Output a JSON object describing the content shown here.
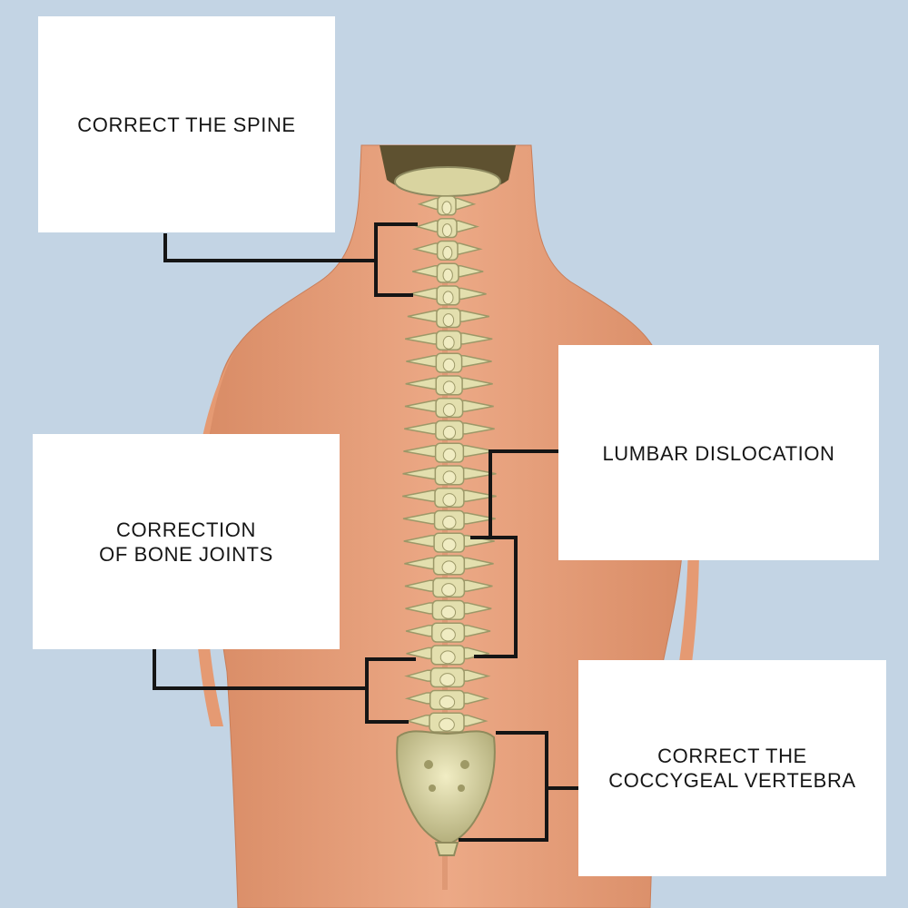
{
  "colors": {
    "background": "#c3d4e4",
    "skin": "#e8a27c",
    "skin_shadow": "#cf835d",
    "bone": "#e3dfae",
    "bone_shadow": "#9c9868",
    "hair": "#5e5130",
    "leader_line": "#151515",
    "callout_fill": "#ffffff",
    "text": "#161616"
  },
  "callouts": {
    "spine": {
      "lines": [
        "CORRECT THE SPINE"
      ]
    },
    "lumbar": {
      "lines": [
        "LUMBAR DISLOCATION"
      ]
    },
    "joints": {
      "lines": [
        "CORRECTION",
        "OF BONE JOINTS"
      ]
    },
    "coccyx": {
      "lines": [
        "CORRECT THE",
        "COCCYGEAL VERTEBRA"
      ]
    }
  },
  "illustration": {
    "subject": "human-back-with-spine",
    "vertebrae_count": 24
  }
}
